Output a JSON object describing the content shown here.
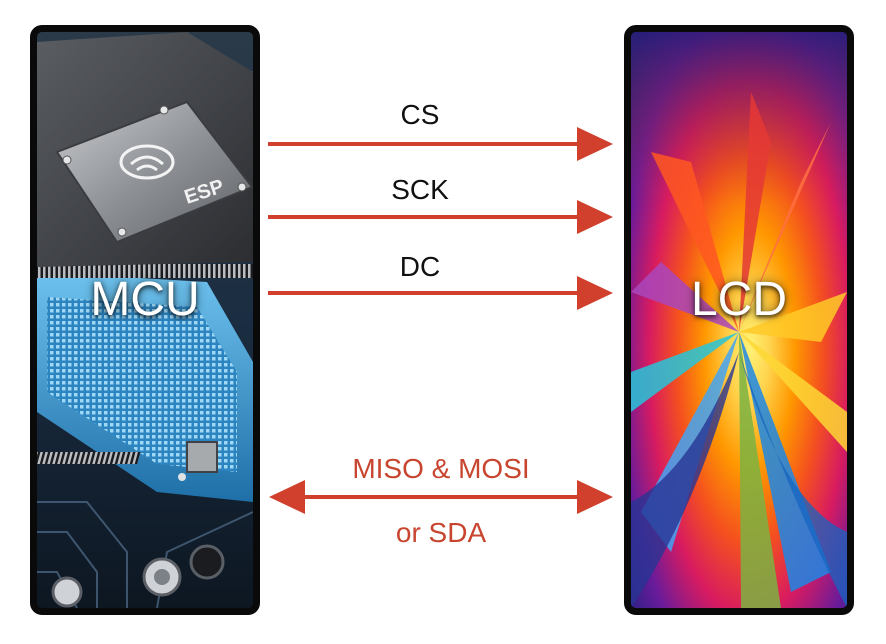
{
  "mcu": {
    "label": "MCU",
    "chip_marking": "ESP"
  },
  "lcd": {
    "label": "LCD"
  },
  "signals": [
    {
      "label": "CS",
      "direction": "mcu-to-lcd"
    },
    {
      "label": "SCK",
      "direction": "mcu-to-lcd"
    },
    {
      "label": "DC",
      "direction": "mcu-to-lcd"
    }
  ],
  "bus": {
    "label_line1": "MISO & MOSI",
    "label_line2": "or SDA",
    "direction": "bidirectional"
  },
  "colors": {
    "arrow": "#d0402c",
    "bus_text": "#c8452f",
    "signal_text": "#111111",
    "panel_border": "#0a0a0a"
  }
}
